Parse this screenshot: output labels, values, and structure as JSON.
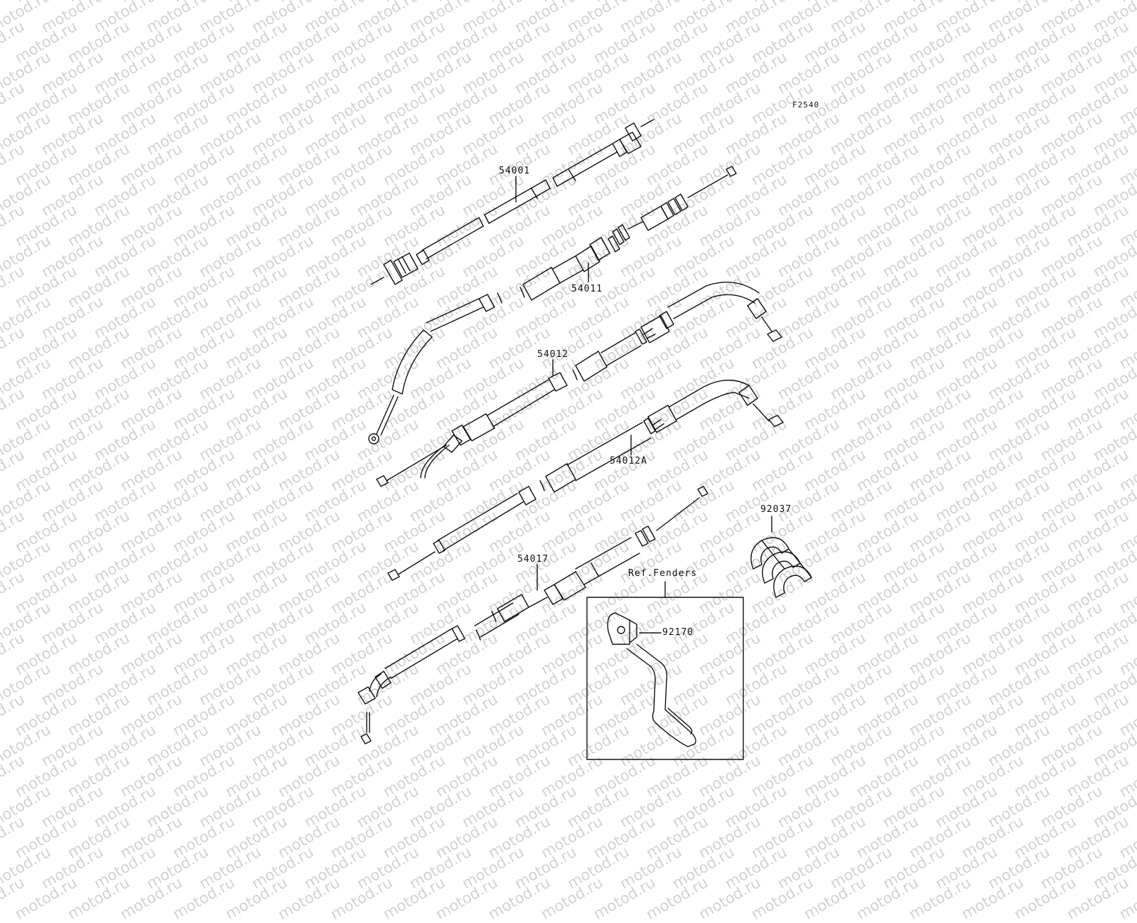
{
  "watermark": "motod.ru",
  "figure_code": "F2540",
  "callouts": {
    "p54001": "54001",
    "p54011": "54011",
    "p54012": "54012",
    "p54012a": "54012A",
    "p54017": "54017",
    "p92037": "92037",
    "p92170": "92170",
    "ref_fenders": "Ref.Fenders"
  },
  "colors": {
    "line": "#111111",
    "watermark": "#d2d2d2",
    "background": "#ffffff"
  }
}
